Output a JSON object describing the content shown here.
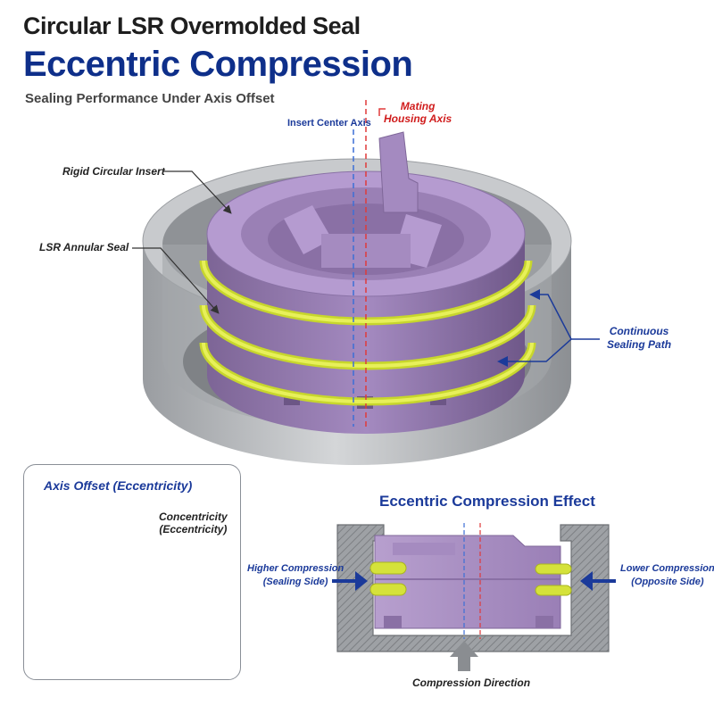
{
  "header": {
    "title": "Circular LSR Overmolded Seal",
    "headline": "Eccentric Compression",
    "subtitle": "Sealing Performance Under Axis Offset"
  },
  "callouts": {
    "mating_housing_axis": "Mating\nHousing Axis",
    "insert_center_axis": "Insert Center Axis",
    "rigid_insert": "Rigid Circular Insert",
    "lsr_seal": "LSR Annular Seal",
    "continuous_path": "Continuous\nSealing Path"
  },
  "inset": {
    "title": "Axis Offset (Eccentricity)",
    "concentricity": "Concentricity\n(Eccentricity)"
  },
  "effect": {
    "title": "Eccentric Compression Effect",
    "higher": "Higher Compression\n(Sealing Side)",
    "lower": "Lower Compression\n(Opposite Side)",
    "direction": "Compression Direction"
  },
  "colors": {
    "purple": "#9a7fb6",
    "purple_light": "#c0a9d6",
    "seal_yellow": "#d5e23a",
    "housing_gray": "#b3b5b8",
    "navy": "#0e2f8a",
    "axis_blue": "#3c6fd6",
    "axis_red": "#e03a3a"
  }
}
